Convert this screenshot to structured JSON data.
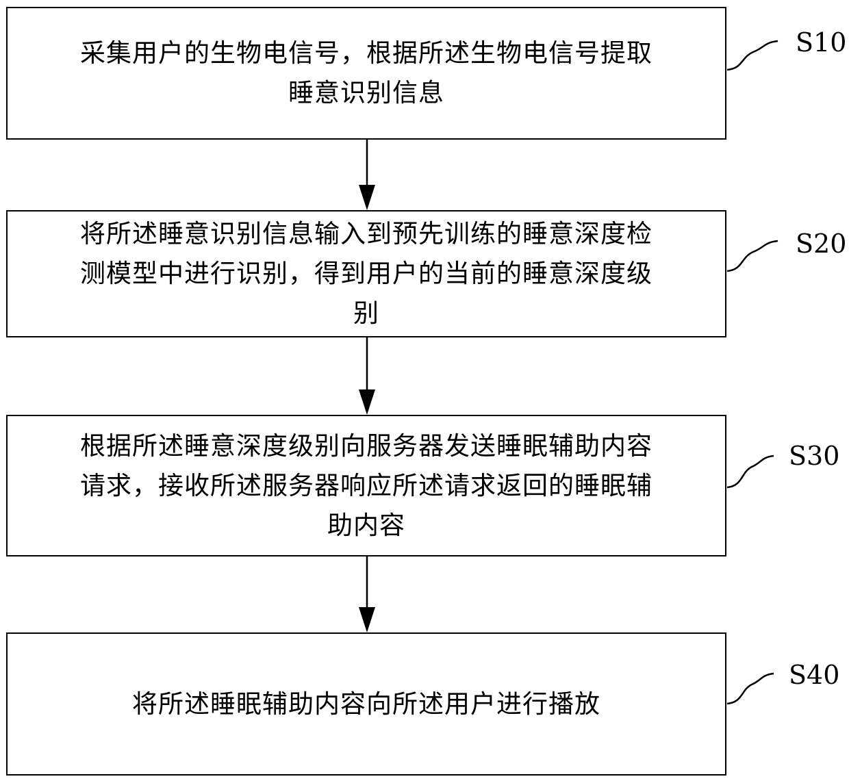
{
  "steps": [
    {
      "id": "S10",
      "lines": [
        "采集用户的生物电信号，根据所述生物电信号提取",
        "睡意识别信息"
      ]
    },
    {
      "id": "S20",
      "lines": [
        "将所述睡意识别信息输入到预先训练的睡意深度检",
        "测模型中进行识别，得到用户的当前的睡意深度级",
        "别"
      ]
    },
    {
      "id": "S30",
      "lines": [
        "根据所述睡意深度级别向服务器发送睡眠辅助内容",
        "请求，接收所述服务器响应所述请求返回的睡眠辅",
        "助内容"
      ]
    },
    {
      "id": "S40",
      "lines": [
        "将所述睡眠辅助内容向所述用户进行播放"
      ]
    }
  ]
}
